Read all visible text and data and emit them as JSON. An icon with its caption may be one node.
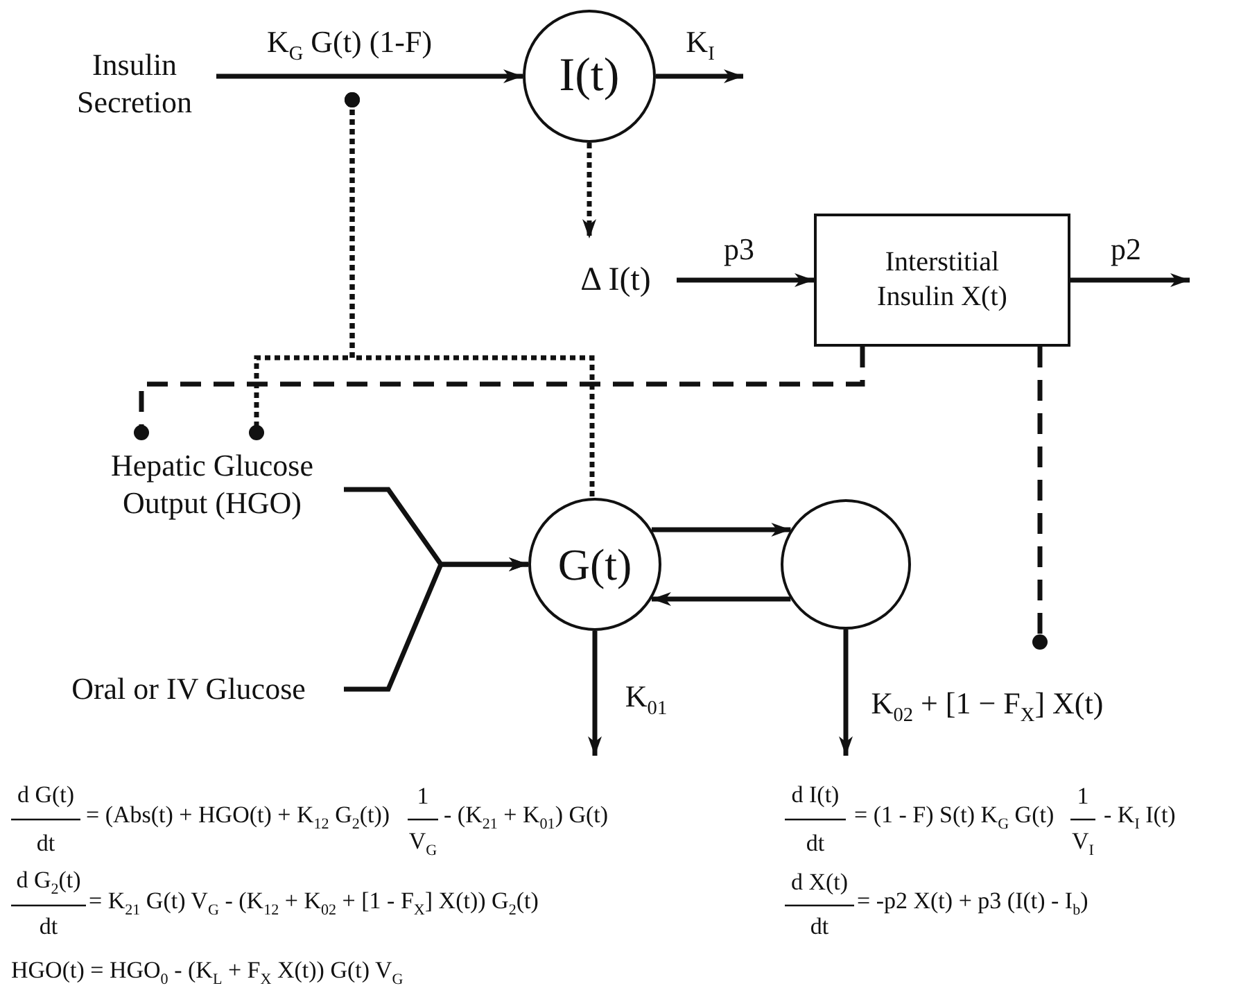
{
  "diagram": {
    "nodes": [
      {
        "text": [
          "Insulin Secretion"
        ]
      },
      {
        "text": [
          "I(t)"
        ]
      },
      {
        "text": [
          "Δ I(t)"
        ]
      },
      {
        "text": [
          "Interstitial Insulin X(t)"
        ]
      },
      {
        "text": [
          "Hepatic Glucose Output (HGO)"
        ]
      },
      {
        "text": [
          "Oral or IV Glucose"
        ]
      },
      {
        "text": [
          "G(t)"
        ]
      },
      {
        "text": [],
        "shape": "circle"
      }
    ],
    "edges": [
      {
        "from": 0,
        "to": 1,
        "arrow": "to",
        "label": "K$_{G}$ G(t) (1-F)"
      },
      {
        "from": 1,
        "to": null,
        "arrow": "to",
        "label": "K$_{I}$"
      },
      {
        "from": 1,
        "to": 2,
        "arrow": "to",
        "style": "dashed"
      },
      {
        "from": 2,
        "to": 3,
        "arrow": "to",
        "label": "p3"
      },
      {
        "from": 3,
        "to": null,
        "arrow": "to",
        "label": "p2"
      },
      {
        "from": null,
        "to": 4,
        "arrow": "other",
        "style": "dashed"
      },
      {
        "from": null,
        "to": 6,
        "arrow": "other",
        "style": "dashed"
      },
      {
        "from": 3,
        "to": 4,
        "arrow": "other",
        "style": "dashed"
      },
      {
        "from": 3,
        "to": null,
        "arrow": "other",
        "style": "dashed"
      },
      {
        "from": 4,
        "to": 6,
        "arrow": "to"
      },
      {
        "from": 5,
        "to": 6,
        "arrow": "to"
      },
      {
        "from": 6,
        "to": 7,
        "arrow": "to"
      },
      {
        "from": 7,
        "to": 6,
        "arrow": "to"
      },
      {
        "from": 6,
        "to": null,
        "arrow": "to",
        "label": "K$_{01}$"
      },
      {
        "from": 7,
        "to": null,
        "arrow": "to",
        "label": "K$_{02}$ +  [1 − F$_{X}$] X(t)"
      }
    ],
    "labels": [
      "d G(t)",
      "dt",
      "= (Abs(t) + HGO(t) + K$_{12}$ G$_{2}$(t))",
      "1",
      "V$_{G}$",
      "- (K$_{21}$ + K$_{01}$) G(t)",
      "d I(t)",
      "dt",
      "= (1 - F) S(t) K$_{G}$ G(t)",
      "1",
      "V$_{I}$",
      "- K$_{I}$ I(t)",
      "d G$_{2}$(t)",
      "dt",
      "= K$_{21}$ G(t) V$_{G}$ - (K$_{12}$ + K$_{02}$ + [1 - F$_{X}$] X(t)) G$_{2}$(t)",
      "d X(t)",
      "dt",
      "= -p2 X(t) + p3 (I(t) - I$_{b}$)",
      "HGO(t) = HGO$_{0}$ - (K$_{L}$ + F$_{X}$ X(t)) G(t) V$_{G}$"
    ]
  }
}
